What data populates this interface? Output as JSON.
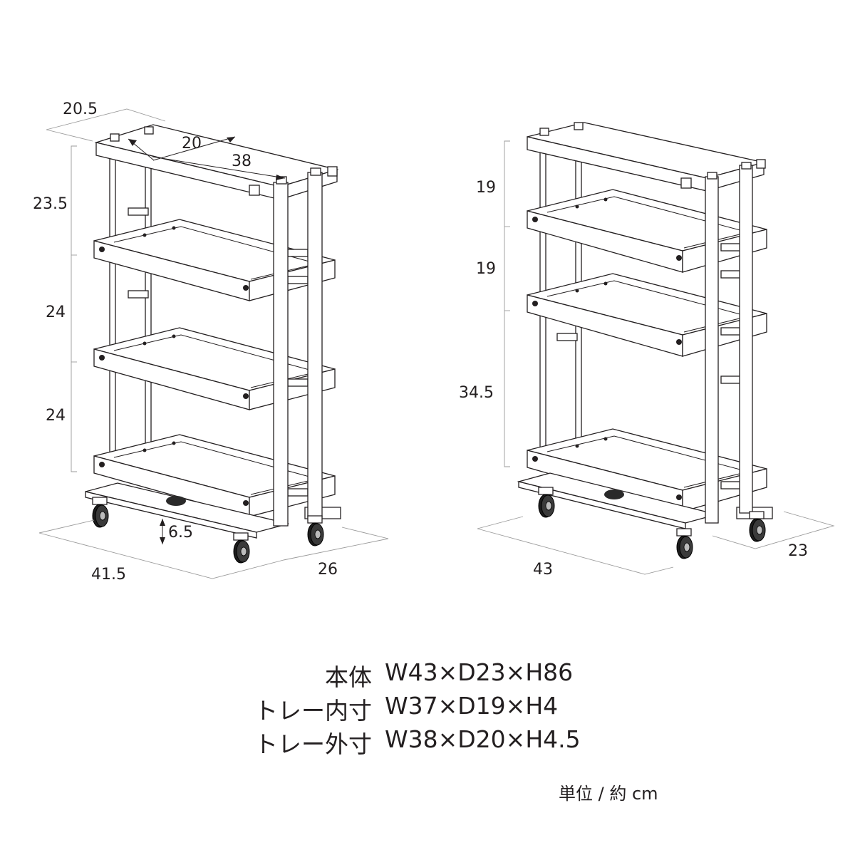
{
  "dimensions_left": {
    "top_depth": "20.5",
    "tray_depth": "20",
    "tray_width": "38",
    "gap_top": "23.5",
    "gap_middle": "24",
    "gap_bottom": "24",
    "caster_height": "6.5",
    "base_width": "41.5",
    "base_depth": "26"
  },
  "dimensions_right": {
    "gap_top": "19",
    "gap_second": "19",
    "gap_bottom": "34.5",
    "width": "43",
    "depth": "23"
  },
  "specs": [
    {
      "label": "本体",
      "value": "W43×D23×H86"
    },
    {
      "label": "トレー内寸",
      "value": "W37×D19×H4"
    },
    {
      "label": "トレー外寸",
      "value": "W38×D20×H4.5"
    }
  ],
  "unit_note": "単位 / 約 cm"
}
